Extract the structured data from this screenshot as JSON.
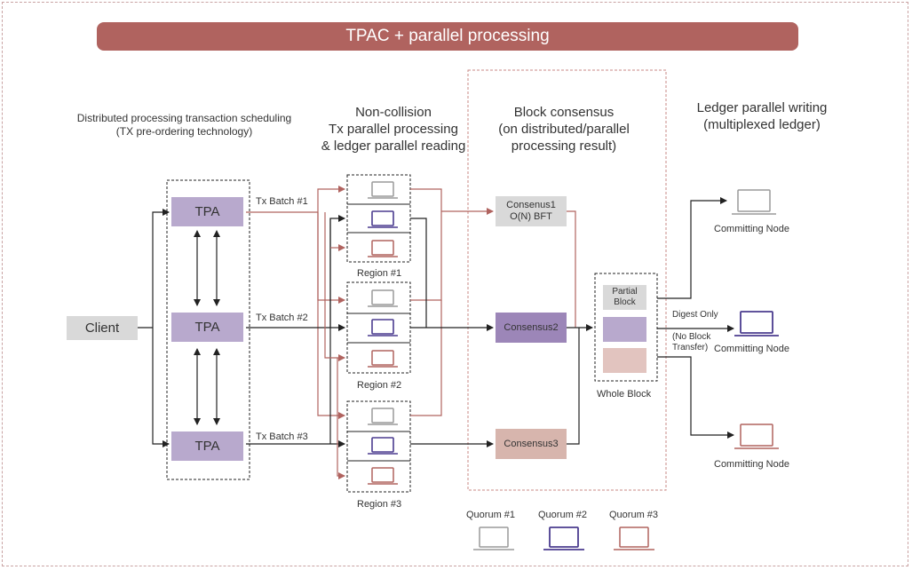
{
  "title": "TPAC + parallel processing",
  "headers": {
    "scheduling": [
      "Distributed processing transaction scheduling",
      "(TX pre-ordering technology)"
    ],
    "noncollision": [
      "Non-collision",
      "Tx parallel processing",
      "& ledger parallel reading"
    ],
    "consensus": [
      "Block consensus",
      "(on distributed/parallel",
      "processing result)"
    ],
    "ledger": [
      "Ledger parallel writing",
      "(multiplexed ledger)"
    ]
  },
  "client": "Client",
  "tpa": [
    "TPA",
    "TPA",
    "TPA"
  ],
  "batches": [
    "Tx Batch #1",
    "Tx Batch #2",
    "Tx Batch #3"
  ],
  "regions": [
    "Region #1",
    "Region #2",
    "Region #3"
  ],
  "consensus": {
    "c1": [
      "Consenus1",
      "O(N) BFT"
    ],
    "c2": "Consensus2",
    "c3": "Consensus3"
  },
  "partial_block": [
    "Partial",
    "Block"
  ],
  "whole_block": "Whole Block",
  "digest": "Digest Only",
  "no_block": [
    "(No Block",
    "Transfer)"
  ],
  "committing": [
    "Committing Node",
    "Committing Node",
    "Committing Node"
  ],
  "quorums": [
    "Quorum #1",
    "Quorum #2",
    "Quorum #3"
  ],
  "colors": {
    "banner": "#b0635f",
    "tpa": "#b8a9cd",
    "client": "#d9d9d9",
    "consensus1": "#d9d9d9",
    "consensus2": "#9c86b8",
    "consensus3": "#d7b5ad",
    "quorum1": "#9a9a9a",
    "quorum2": "#4b3c8f",
    "quorum3": "#b0635f",
    "arrow_red": "#b0635f",
    "arrow_dark": "#222222"
  }
}
